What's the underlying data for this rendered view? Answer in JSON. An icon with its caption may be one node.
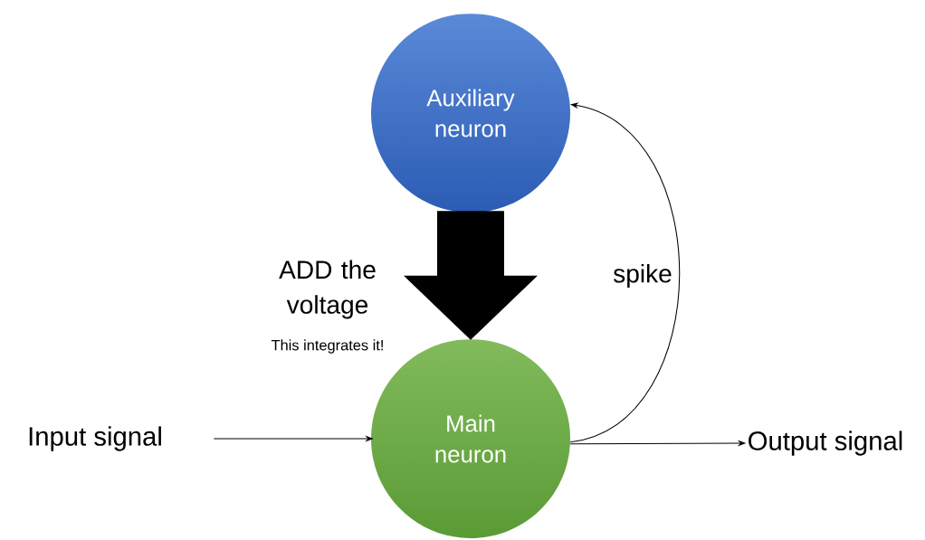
{
  "diagram": {
    "nodes": [
      {
        "text": [
          "Auxiliary neuron"
        ]
      },
      {
        "text": [
          "Main neuron"
        ]
      },
      {
        "text": [
          "Input signal"
        ]
      },
      {
        "text": [
          "Output signal"
        ]
      }
    ],
    "edges": [
      {
        "from": 0,
        "to": 1,
        "arrow": "to",
        "style": "thick",
        "label": "ADD the voltage"
      },
      {
        "from": 2,
        "to": 1,
        "arrow": "to"
      },
      {
        "from": 1,
        "to": 3,
        "arrow": "to"
      },
      {
        "from": 1,
        "to": 0,
        "arrow": "to",
        "label": "spike"
      }
    ],
    "labels": [
      "This integrates it!"
    ]
  }
}
